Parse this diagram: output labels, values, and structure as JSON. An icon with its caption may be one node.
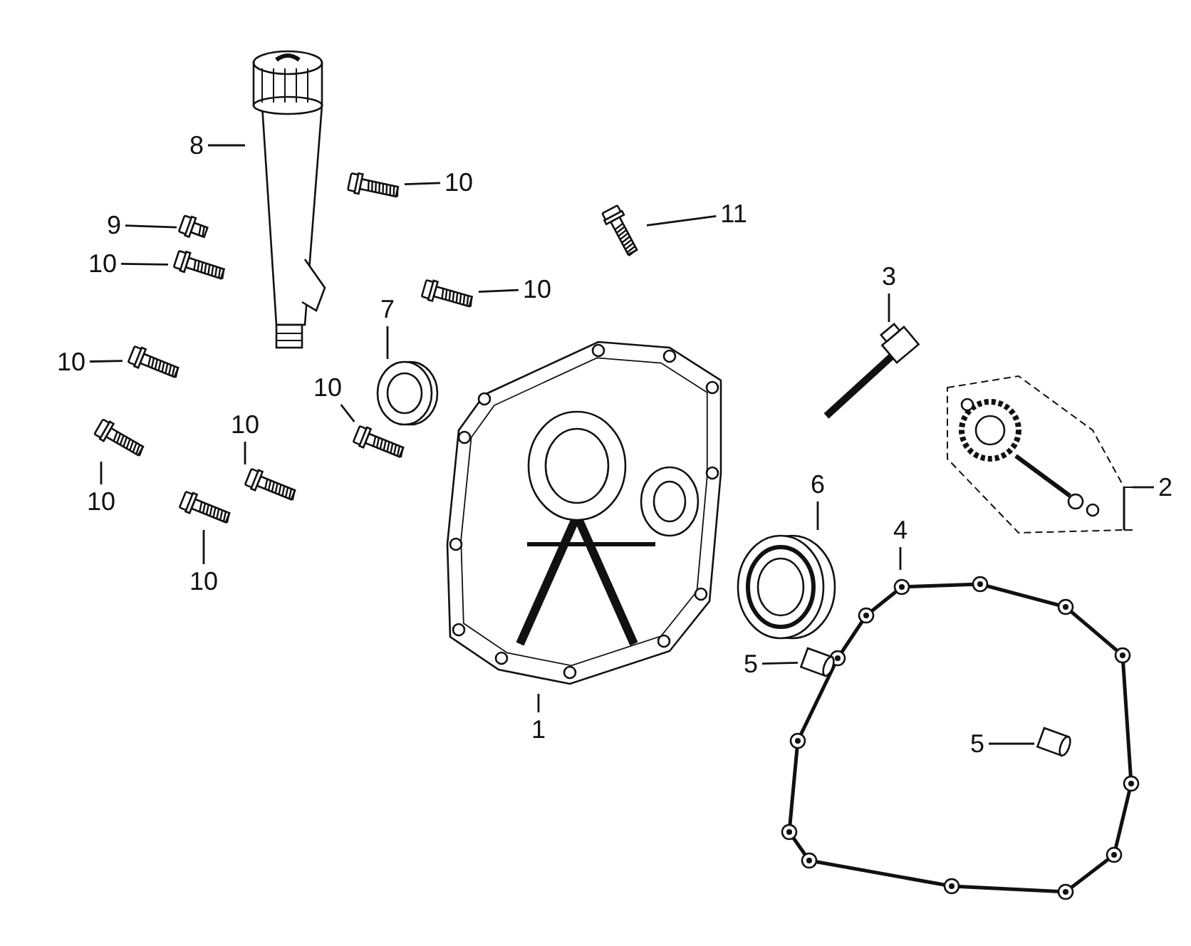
{
  "diagram": {
    "nodes": [
      {
        "text": [
          "8"
        ]
      },
      {
        "text": [
          "10"
        ]
      },
      {
        "text": [
          "11"
        ]
      },
      {
        "text": [
          "9"
        ]
      },
      {
        "text": [
          "10"
        ]
      },
      {
        "text": [
          "10"
        ]
      },
      {
        "text": [
          "3"
        ]
      },
      {
        "text": [
          "7"
        ]
      },
      {
        "text": [
          "10"
        ]
      },
      {
        "text": [
          "10"
        ]
      },
      {
        "text": [
          "2"
        ]
      },
      {
        "text": [
          "6"
        ]
      },
      {
        "text": [
          "4"
        ]
      },
      {
        "text": [
          "10"
        ]
      },
      {
        "text": [
          "10"
        ]
      },
      {
        "text": [
          "10"
        ]
      },
      {
        "text": [
          "5"
        ]
      },
      {
        "text": [
          "1"
        ]
      },
      {
        "text": [
          "5"
        ],
        "in": 31
      },
      {
        "text": [],
        "shape": "picture"
      },
      {
        "text": [],
        "shape": "picture"
      },
      {
        "text": [],
        "shape": "picture"
      },
      {
        "text": [],
        "shape": "picture"
      },
      {
        "text": [],
        "shape": "picture"
      },
      {
        "text": [],
        "shape": "picture"
      },
      {
        "text": [],
        "shape": "picture"
      },
      {
        "text": [],
        "shape": "picture"
      },
      {
        "text": [],
        "shape": "picture"
      },
      {
        "text": [],
        "shape": "picture"
      },
      {
        "text": [],
        "shape": "picture"
      },
      {
        "text": [],
        "shape": "picture"
      },
      {
        "text": [],
        "shape": "picture"
      },
      {
        "text": [],
        "shape": "picture"
      },
      {
        "text": [],
        "shape": "picture"
      },
      {
        "text": [],
        "shape": "picture"
      },
      {
        "text": [],
        "shape": "picture"
      },
      {
        "text": [],
        "shape": "picture"
      },
      {
        "text": [],
        "shape": "picture",
        "in": 31
      }
    ],
    "edges": [
      {
        "from": 0,
        "to": 19,
        "arrow": "none"
      },
      {
        "from": 1,
        "to": 20,
        "arrow": "none"
      },
      {
        "from": 2,
        "to": 21,
        "arrow": "none"
      },
      {
        "from": 3,
        "to": 22,
        "arrow": "none"
      },
      {
        "from": 4,
        "to": 23,
        "arrow": "none"
      },
      {
        "from": 5,
        "to": 24,
        "arrow": "none"
      },
      {
        "from": 6,
        "to": 25,
        "arrow": "none"
      },
      {
        "from": 7,
        "to": 26,
        "arrow": "none"
      },
      {
        "from": 8,
        "to": 27,
        "arrow": "none"
      },
      {
        "from": 9,
        "to": 28,
        "arrow": "none"
      },
      {
        "from": 10,
        "to": 29,
        "arrow": "none"
      },
      {
        "from": 11,
        "to": 30,
        "arrow": "none"
      },
      {
        "from": 12,
        "to": 31,
        "arrow": "none"
      },
      {
        "from": 13,
        "to": 32,
        "arrow": "none"
      },
      {
        "from": 14,
        "to": 33,
        "arrow": "none"
      },
      {
        "from": 15,
        "to": 34,
        "arrow": "none"
      },
      {
        "from": 16,
        "to": 35,
        "arrow": "none"
      },
      {
        "from": 17,
        "to": 36,
        "arrow": "none"
      },
      {
        "from": 18,
        "to": 37,
        "arrow": "none"
      }
    ]
  }
}
